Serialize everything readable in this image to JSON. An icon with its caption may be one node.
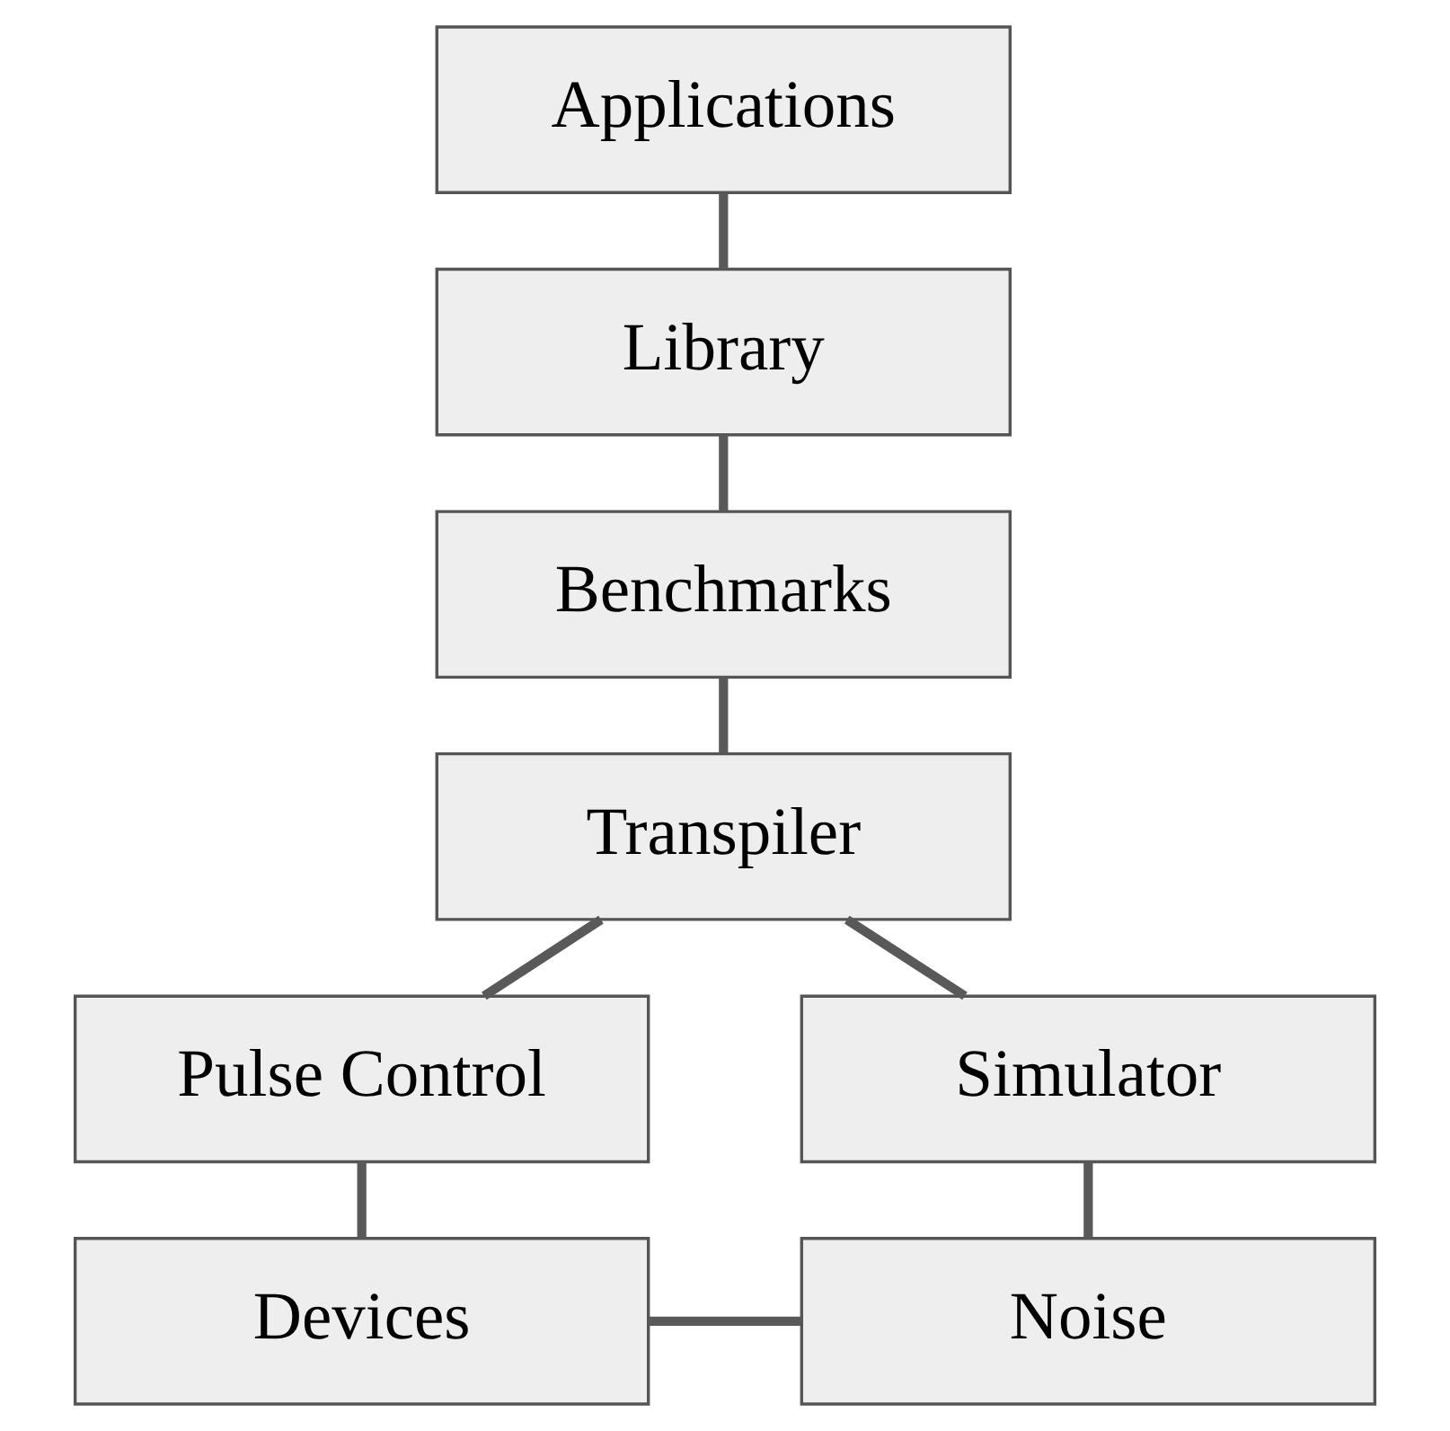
{
  "diagram": {
    "nodes": [
      {
        "text": [
          "Applications"
        ]
      },
      {
        "text": [
          "Library"
        ]
      },
      {
        "text": [
          "Benchmarks"
        ]
      },
      {
        "text": [
          "Transpiler"
        ]
      },
      {
        "text": [
          "Pulse Control"
        ]
      },
      {
        "text": [
          "Simulator"
        ]
      },
      {
        "text": [
          "Devices"
        ]
      },
      {
        "text": [
          "Noise"
        ]
      }
    ],
    "edges": [
      {
        "from": 0,
        "to": 1,
        "arrow": "none"
      },
      {
        "from": 1,
        "to": 2,
        "arrow": "none"
      },
      {
        "from": 2,
        "to": 3,
        "arrow": "none"
      },
      {
        "from": 3,
        "to": 4,
        "arrow": "none"
      },
      {
        "from": 3,
        "to": 5,
        "arrow": "none"
      },
      {
        "from": 4,
        "to": 6,
        "arrow": "none"
      },
      {
        "from": 5,
        "to": 7,
        "arrow": "none"
      },
      {
        "from": 6,
        "to": 7,
        "arrow": "none"
      }
    ]
  }
}
